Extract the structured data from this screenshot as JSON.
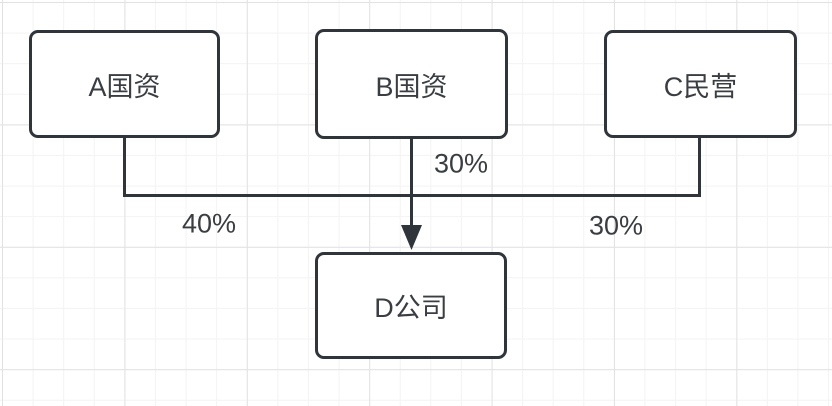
{
  "diagram": {
    "nodes": [
      {
        "id": "A",
        "label": "A国资"
      },
      {
        "id": "B",
        "label": "B国资"
      },
      {
        "id": "C",
        "label": "C民营"
      },
      {
        "id": "D",
        "label": "D公司"
      }
    ],
    "edges": [
      {
        "from": "A国资",
        "to": "D公司",
        "label": "40%"
      },
      {
        "from": "B国资",
        "to": "D公司",
        "label": "30%"
      },
      {
        "from": "C民营",
        "to": "D公司",
        "label": "30%"
      }
    ],
    "colors": {
      "stroke": "#2f353b",
      "node_fill": "#ffffff",
      "text": "#3a3e43",
      "grid_minor": "#f3f3f3",
      "grid_major": "#e2e2e2",
      "background": "#ffffff"
    }
  }
}
